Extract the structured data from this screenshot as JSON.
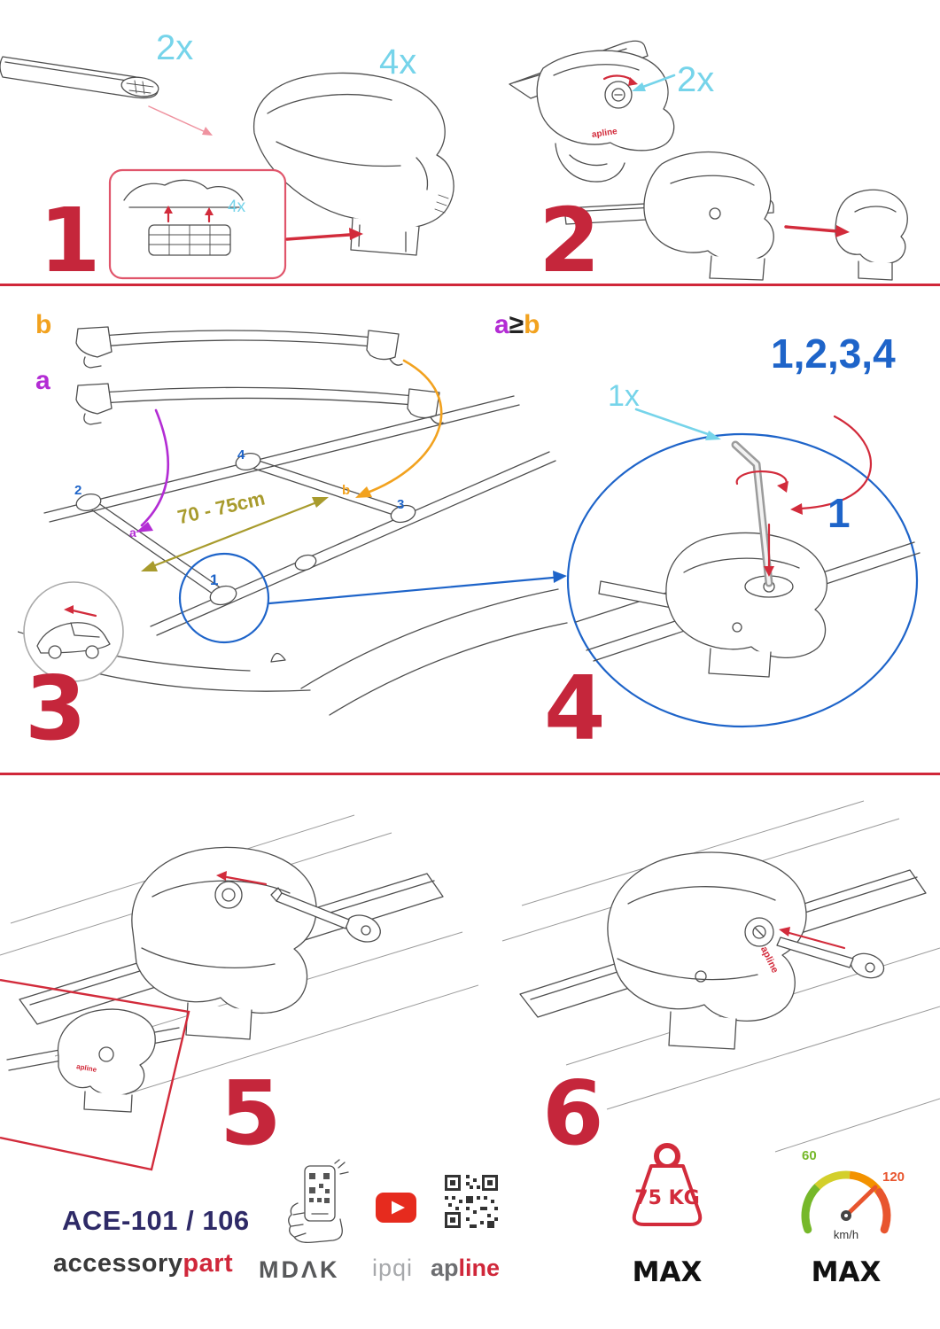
{
  "colors": {
    "accent_red": "#c5263b",
    "arrow_red": "#d22b3b",
    "qty_cyan": "#76d4ea",
    "blue": "#1e64c9",
    "purple": "#b32cd4",
    "orange": "#f2a21f",
    "olive": "#a89b2d",
    "navy": "#2e2a67",
    "green": "#76b82a",
    "speed_orange": "#e8552e",
    "youtube_red": "#e62b1e"
  },
  "step1": {
    "number": "1",
    "bar_qty": "2x",
    "foot_qty": "4x",
    "pad_qty": "4x"
  },
  "step2": {
    "number": "2",
    "lock_qty": "2x",
    "foot_logo": "apline"
  },
  "step3": {
    "number": "3",
    "bar_b_label": "b",
    "bar_a_label": "a",
    "distance_label": "70 - 75cm",
    "pos_1": "1",
    "pos_2": "2",
    "pos_3": "3",
    "pos_4": "4",
    "roof_a": "a",
    "roof_b": "b"
  },
  "step4": {
    "number": "4",
    "rule_a": "a",
    "rule_op": "≥",
    "rule_b": "b",
    "sequence": "1,2,3,4",
    "tool_qty": "1x",
    "first_pos": "1"
  },
  "step5": {
    "number": "5",
    "foot_logo": "apline"
  },
  "step6": {
    "number": "6",
    "foot_logo": "apline"
  },
  "footer": {
    "model": "ACE-101 / 106",
    "brand_black": "accessory",
    "brand_red": "part",
    "mdak": "MDΛK",
    "ipqi": "ipqi",
    "apline_gray": "ap",
    "apline_red": "line",
    "weight_value": "75 KG",
    "weight_max": "MAX",
    "speed_low": "60",
    "speed_high": "120",
    "speed_unit": "km/h",
    "speed_max": "MAX"
  }
}
